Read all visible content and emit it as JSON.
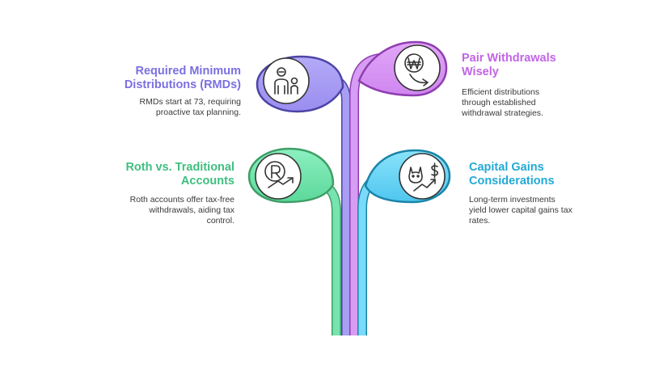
{
  "colors": {
    "rmd": "#7b6fe0",
    "pair": "#c264e6",
    "roth": "#3fbf7f",
    "capital": "#22a9d6"
  },
  "items": {
    "rmd": {
      "title_line1": "Required Minimum",
      "title_line2": "Distributions (RMDs)",
      "desc_line1": "RMDs start at 73, requiring",
      "desc_line2": "proactive tax planning.",
      "icon": "people-icon"
    },
    "pair": {
      "title_line1": "Pair Withdrawals",
      "title_line2": "Wisely",
      "desc_line1": "Efficient distributions",
      "desc_line2": "through established",
      "desc_line3": "withdrawal strategies.",
      "icon": "won-coin-icon"
    },
    "roth": {
      "title_line1": "Roth vs. Traditional",
      "title_line2": "Accounts",
      "desc_line1": "Roth accounts offer tax-free",
      "desc_line2": "withdrawals, aiding tax",
      "desc_line3": "control.",
      "icon": "rupee-growth-icon"
    },
    "capital": {
      "title_line1": "Capital Gains",
      "title_line2": "Considerations",
      "desc_line1": "Long-term investments",
      "desc_line2": "yield lower capital gains tax",
      "desc_line3": "rates.",
      "icon": "cat-dollar-growth-icon"
    }
  }
}
